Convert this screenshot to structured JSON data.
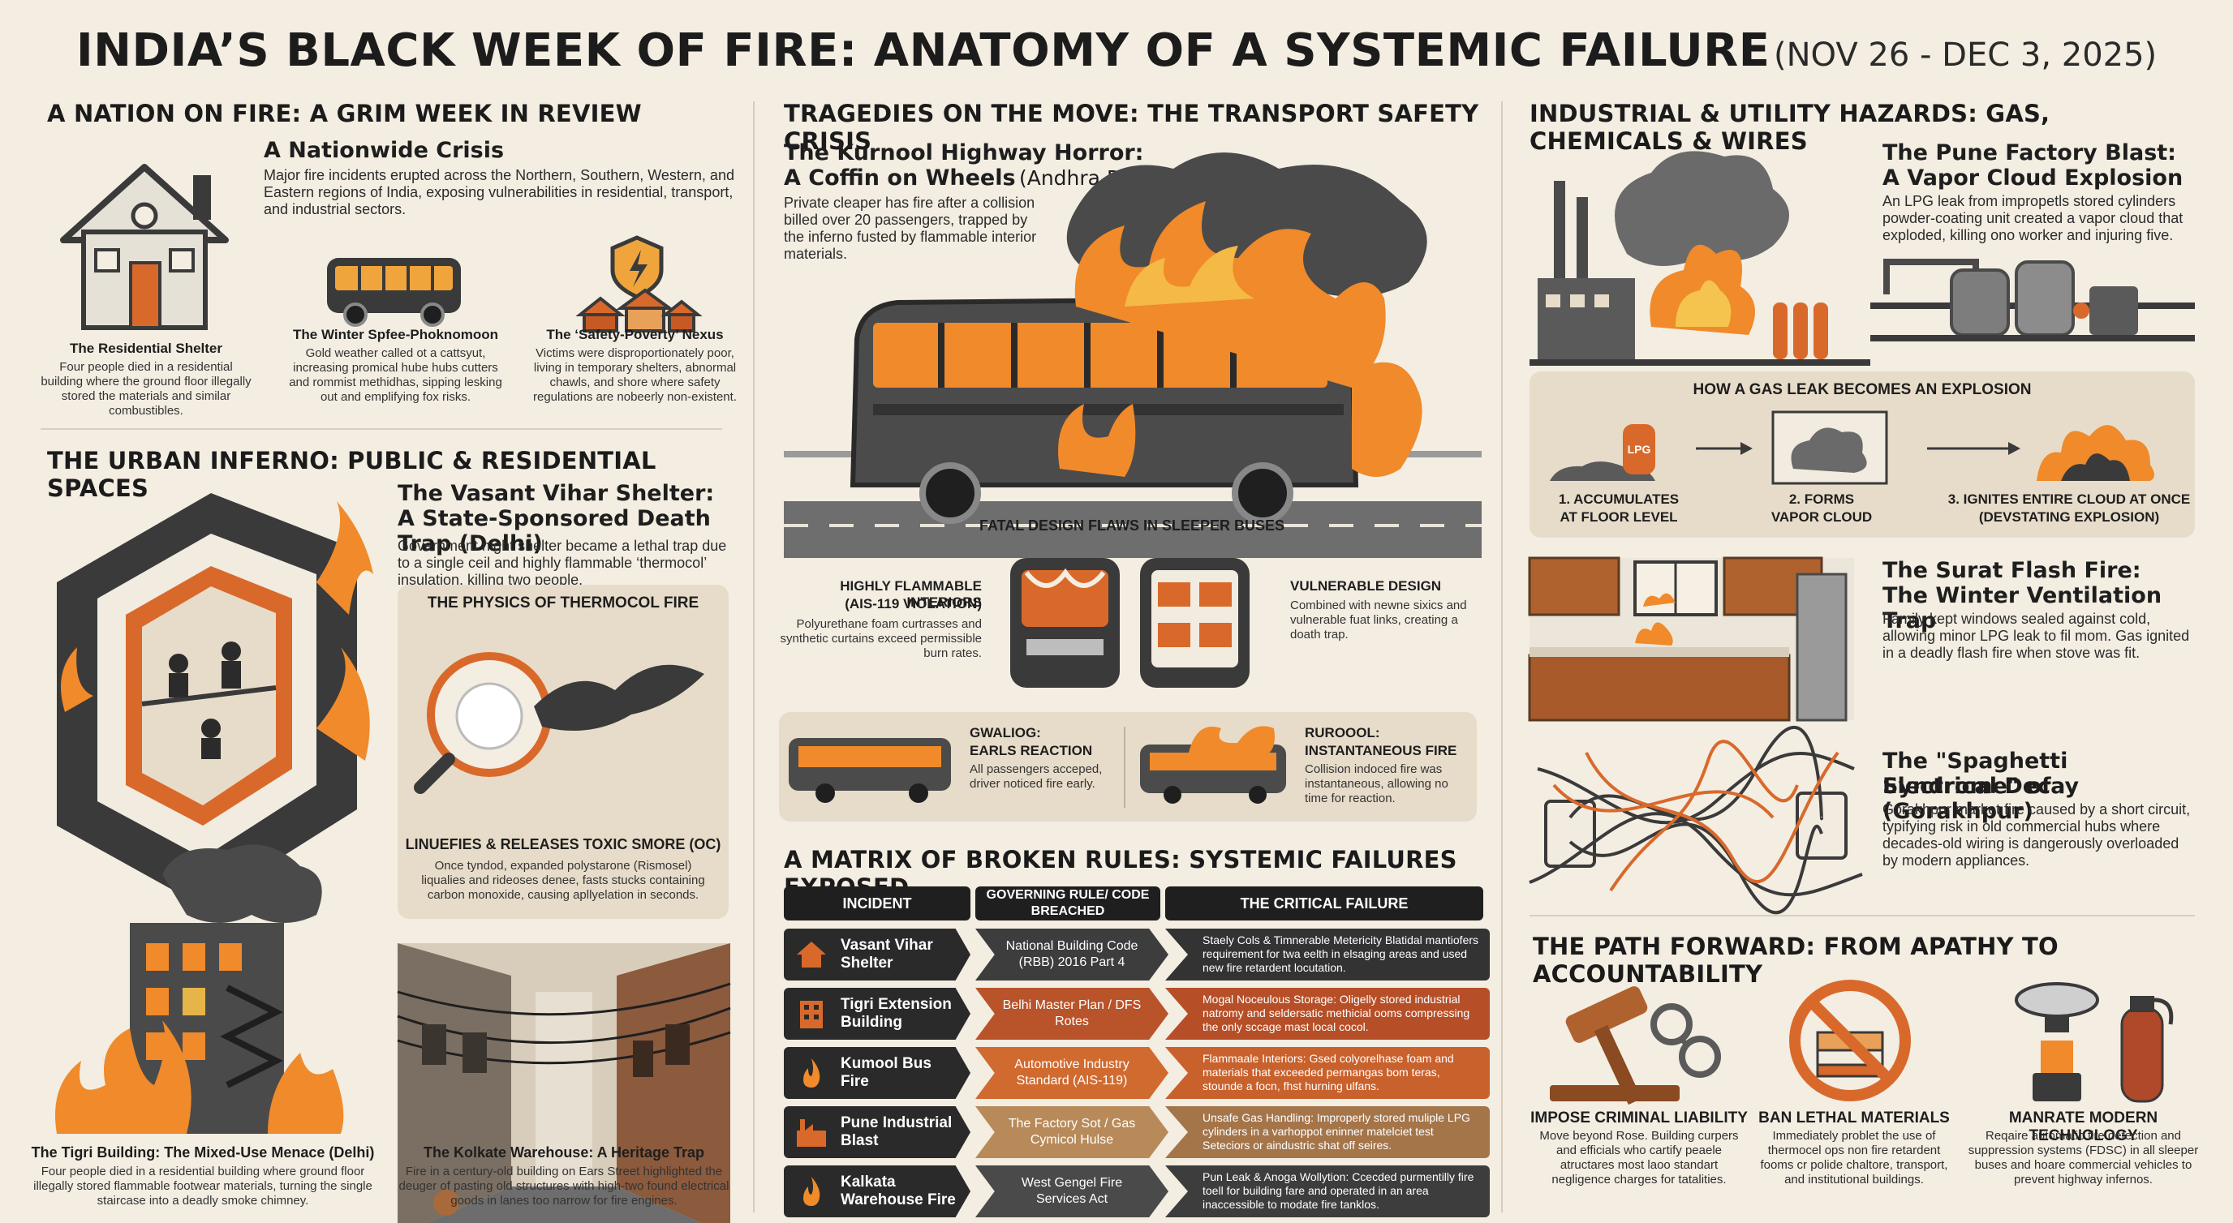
{
  "header": {
    "title": "INDIA’S BLACK WEEK OF FIRE: ANATOMY OF A SYSTEMIC FAILURE",
    "dates": "(NOV 26 - DEC 3, 2025)"
  },
  "col1": {
    "section1": {
      "heading": "A NATION ON FIRE: A GRIM WEEK IN REVIEW",
      "crisis_title": "A Nationwide Crisis",
      "crisis_text": "Major fire incidents erupted across the Northern, Southern, Western, and Eastern regions of India, exposing vulnerabilities in residential, transport, and industrial sectors.",
      "items": [
        {
          "title": "The Residential Shelter",
          "text": "Four people died in a residential building where the ground floor illegally stored the materials and similar combustibles."
        },
        {
          "title": "The Winter Spfee-Phoknomoon",
          "text": "Gold weather called ot a cattsyut, increasing promical hube hubs cutters and rommist methidhas, sipping lesking out and emplifying fox risks."
        },
        {
          "title": "The ‘Safety-Poverty’ Nexus",
          "text": "Victims were disproportionately poor, living in temporary shelters, abnormal chawls, and shore where safety regulations are nobeerly non-existent."
        }
      ]
    },
    "section2": {
      "heading": "THE URBAN INFERNO: PUBLIC & RESIDENTIAL SPACES",
      "vasant_title_1": "The Vasant Vihar Shelter:",
      "vasant_title_2": "A State-Sponsored Death Trap (Delhi)",
      "vasant_text": "Government night shelter became a lethal trap due to a single ceil and highly flammable ‘thermocol’ insulation, killing two people.",
      "physics_head": "THE PHYSICS OF THERMOCOL FIRE",
      "physics_sub": "LINUEFIES & RELEASES TOXIC SMORE (OC)",
      "physics_text": "Once tyndod, expanded polystarone (Rismosel) liqualies and rideoses denee, fasts stucks containing carbon monoxide, causing apllyelation in seconds.",
      "tigri_title": "The Tigri Building: The Mixed-Use Menace (Delhi)",
      "tigri_text": "Four people died in a residential building where ground floor illegally stored flammable footwear materials, turning the single staircase into a deadly smoke chimney.",
      "kolkata_title": "The Kolkate Warehouse: A Heritage Trap",
      "kolkata_text": "Fire in a century-old building on Ears Street highlighted the deuger of pasting old structures with high-two found electrical goods in lanes too narrow for fire engines."
    }
  },
  "col2": {
    "heading": "TRAGEDIES ON THE MOVE: THE TRANSPORT SAFETY CRISIS",
    "kurnool_title_1": "The Kurnool Highway Horror:",
    "kurnool_title_2": "A Coffin on Wheels",
    "kurnool_region": "(Andhra Pradesh)",
    "kurnool_text": "Private cleaper has fire after a collision billed over 20 passengers, trapped by the inferno fusted by flammable interior materials.",
    "flaws_head": "FATAL DESIGN FLAWS IN SLEEPER BUSES",
    "flaw_left_title_1": "HIGHLY FLAMMABLE INTERIORS",
    "flaw_left_title_2": "(AIS-119 VIOLATION)",
    "flaw_left_text": "Polyurethane foam curtrasses and synthetic curtains exceed permissible burn rates.",
    "flaw_right_title": "VULNERABLE DESIGN",
    "flaw_right_text": "Combined with newne sixics and vulnerable fuat links, creating a doath trap.",
    "compare_left_title_1": "GWALIOG:",
    "compare_left_title_2": "EARLS REACTION",
    "compare_left_text": "All passengers acceped, driver noticed fire early.",
    "compare_right_title_1": "RUROOOL:",
    "compare_right_title_2": "INSTANTANEOUS FIRE",
    "compare_right_text": "Collision indoced fire was instantaneous, allowing no time for reaction.",
    "matrix_heading": "A MATRIX OF BROKEN RULES: SYSTEMIC FAILURES EXPOSED",
    "matrix_cols": [
      "INCIDENT",
      "GOVERNING RULE/ CODE BREACHED",
      "THE CRITICAL FAILURE"
    ],
    "matrix_rows": [
      {
        "incident": "Vasant Vihar Shelter",
        "rule": "National Building Code (RBB) 2016 Part 4",
        "failure": "Staely Cols & Timnerable Metericity Blatidal mantiofers requirement for twa eelth in elsaging areas and used new fire retardent locutation."
      },
      {
        "incident": "Tigri Extension Building",
        "rule": "Belhi Master Plan / DFS Rotes",
        "failure": "Mogal Noceulous Storage: Oligelly stored industrial natromy and seldersatic methicial ooms compressing the only sccage mast local cocol."
      },
      {
        "incident": "Kumool Bus Fire",
        "rule": "Automotive Industry Standard (AIS-119)",
        "failure": "Flammaale Interiors: Gsed colyorelhase foam and materials that exceeded permangas bom teras, stounde a focn, fhst hurning ulfans."
      },
      {
        "incident": "Pune Industrial Blast",
        "rule": "The Factory Sot / Gas Cymicol Hulse",
        "failure": "Unsafe Gas Handling: Improperly stored muliple LPG cylinders in a varhoppot eninner matelciet test Seteciors or aindustric shat off seires."
      },
      {
        "incident": "Kalkata Warehouse Fire",
        "rule": "West Gengel Fire Services Act",
        "failure": "Pun Leak & Anoga Wollytion: Ccecded purmentilly fire toell for building fare and operated in an area inaccessible to modate fire tanklos."
      }
    ]
  },
  "col3": {
    "heading": "INDUSTRIAL & UTILITY HAZARDS: GAS, CHEMICALS & WIRES",
    "pune_title_1": "The Pune Factory Blast:",
    "pune_title_2": "A Vapor Cloud Explosion",
    "pune_text": "An LPG leak from impropetls stored cylinders powder-coating unit created a vapor cloud that exploded, killing ono worker and injuring five.",
    "gas_head": "HOW A GAS LEAK BECOMES AN EXPLOSION",
    "gas_cyl_label": "LPG",
    "gas_steps": [
      {
        "line1": "1. ACCUMULATES",
        "line2": "AT FLOOR LEVEL"
      },
      {
        "line1": "2. FORMS",
        "line2": "VAPOR CLOUD"
      },
      {
        "line1": "3. IGNITES ENTIRE CLOUD AT ONCE",
        "line2": "(DEVSTATING EXPLOSION)"
      }
    ],
    "surat_title_1": "The Surat Flash Fire:",
    "surat_title_2": "The Winter Ventilation Trap",
    "surat_text": "Family kept windows sealed against cold, allowing minor LPG leak to fil mom. Gas ignited in a deadly flash fire when stove was fit.",
    "spaghetti_title_1": "The \"Spaghetti Syndrome\" of",
    "spaghetti_title_2": "Electrical Decay (Gorakhpur)",
    "spaghetti_text": "Gorakhpur market fire caused by a short circuit, typifying risk in old commercial hubs where decades-old wiring is dangerously overloaded by modern appliances.",
    "forward_heading": "THE PATH FORWARD: FROM APATHY TO ACCOUNTABILITY",
    "forward_items": [
      {
        "title": "IMPOSE CRIMINAL LIABILITY",
        "text": "Move beyond Rose. Building curpers and efficials who cartify peaele atructares most laoo standart negligence charges for tatalities."
      },
      {
        "title": "BAN LETHAL MATERIALS",
        "text": "Immediately problet the use of thermocel ops non fire retardent fooms cr polide chaltore, transport, and institutional buildings."
      },
      {
        "title": "MANRATE MODERN TECHNOLOGY",
        "text": "Reqaire automatic fire detection and suppression systems (FDSC) in all sleeper buses and hoare commercial vehicles to prevent highway infernos."
      }
    ]
  },
  "colors": {
    "background": "#f3ede2",
    "panel": "#e7dcc9",
    "orange": "#d9692b",
    "dark": "#2a2a2a",
    "fire": "#f08a2a"
  }
}
